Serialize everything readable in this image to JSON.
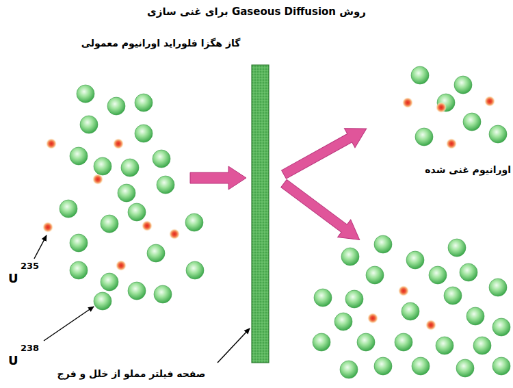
{
  "diagram": {
    "title": "روش Gaseous Diffusion برای غنی سازی",
    "labels": [
      "گاز هگزا فلوراید اورانیوم معمولی",
      "اورانیوم غنی شده",
      "U",
      "235",
      "U",
      "238",
      "صفحه فیلتر مملو از خلل و فرج"
    ]
  }
}
